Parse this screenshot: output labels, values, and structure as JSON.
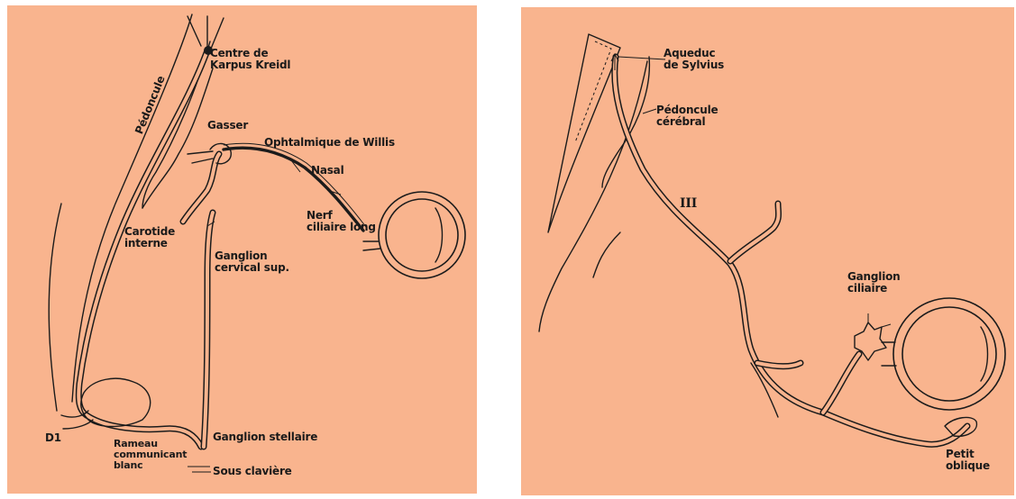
{
  "left_diagram": {
    "labels": {
      "centre_de_karpus_kreidl": "Centre de\nKarpus Kreidl",
      "pedoncule": "Pédoncule",
      "gasser": "Gasser",
      "ophtalmique_de_willis": "Ophtalmique de Willis",
      "nasal": "Nasal",
      "nerf_ciliaire_long": "Nerf\nciliaire long",
      "carotide_interne": "Carotide\ninterne",
      "ganglion_cervical_sup": "Ganglion\ncervical sup.",
      "d1": "D1",
      "rameau_communicant_blanc": "Rameau\ncommunicant\nblanc",
      "ganglion_stellaire": "Ganglion stellaire",
      "sous_claviere": "Sous clavière"
    }
  },
  "right_diagram": {
    "labels": {
      "aqueduc_de_sylvius": "Aqueduc\nde Sylvius",
      "pedoncule_cerebral": "Pédoncule\ncérébral",
      "nerve_iii": "III",
      "ganglion_ciliaire": "Ganglion\nciliaire",
      "petit_oblique": "Petit\noblique"
    }
  },
  "colors": {
    "panel_background": "#f9b48e",
    "ink": "#1b1b1b"
  }
}
